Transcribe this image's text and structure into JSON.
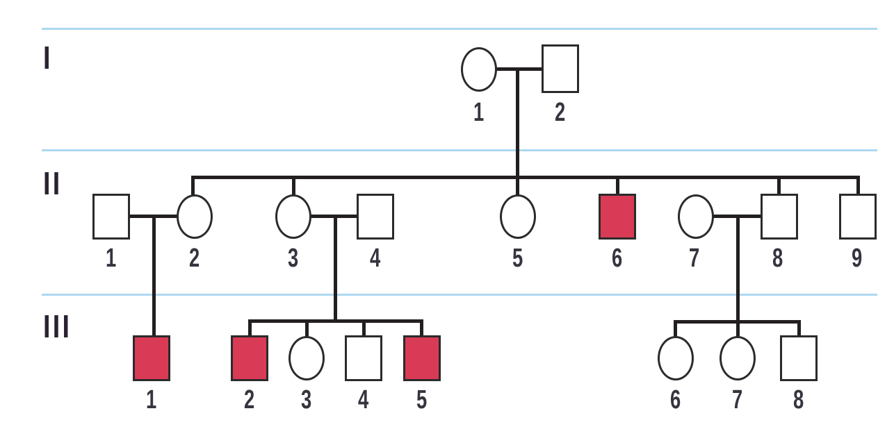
{
  "figure": {
    "kind": "three-generation pedigree chart",
    "generation_labels": [
      "I",
      "II",
      "III"
    ]
  },
  "colors": {
    "affected_fill": "#d93a56",
    "unaffected_fill": "#ffffff",
    "line_color": "#231f20",
    "outline_color": "#2b2b2b",
    "separator_color": "#aed8f0",
    "number_color": "#35353f",
    "label_color": "#2a2230"
  },
  "generations": [
    {
      "label": "I",
      "members": [
        {
          "num": "1",
          "sex": "female",
          "affected": false
        },
        {
          "num": "2",
          "sex": "male",
          "affected": false
        }
      ]
    },
    {
      "label": "II",
      "members": [
        {
          "num": "1",
          "sex": "male",
          "affected": false
        },
        {
          "num": "2",
          "sex": "female",
          "affected": false
        },
        {
          "num": "3",
          "sex": "female",
          "affected": false
        },
        {
          "num": "4",
          "sex": "male",
          "affected": false
        },
        {
          "num": "5",
          "sex": "female",
          "affected": false
        },
        {
          "num": "6",
          "sex": "male",
          "affected": true
        },
        {
          "num": "7",
          "sex": "female",
          "affected": false
        },
        {
          "num": "8",
          "sex": "male",
          "affected": false
        },
        {
          "num": "9",
          "sex": "male",
          "affected": false
        }
      ]
    },
    {
      "label": "III",
      "members": [
        {
          "num": "1",
          "sex": "male",
          "affected": true
        },
        {
          "num": "2",
          "sex": "male",
          "affected": true
        },
        {
          "num": "3",
          "sex": "female",
          "affected": false
        },
        {
          "num": "4",
          "sex": "male",
          "affected": false
        },
        {
          "num": "5",
          "sex": "male",
          "affected": true
        },
        {
          "num": "6",
          "sex": "female",
          "affected": false
        },
        {
          "num": "7",
          "sex": "female",
          "affected": false
        },
        {
          "num": "8",
          "sex": "male",
          "affected": false
        }
      ]
    }
  ]
}
